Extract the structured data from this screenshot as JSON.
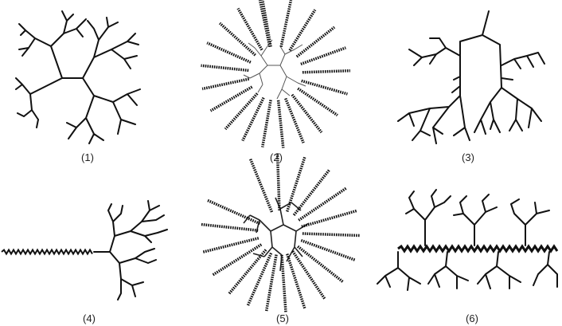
{
  "panels": [
    {
      "label": "(1)"
    },
    {
      "label": "(2)"
    },
    {
      "label": "(3)"
    },
    {
      "label": "(4)"
    },
    {
      "label": "(5)"
    },
    {
      "label": "(6)"
    }
  ],
  "colors": {
    "stroke": "#111111",
    "background": "#ffffff"
  }
}
